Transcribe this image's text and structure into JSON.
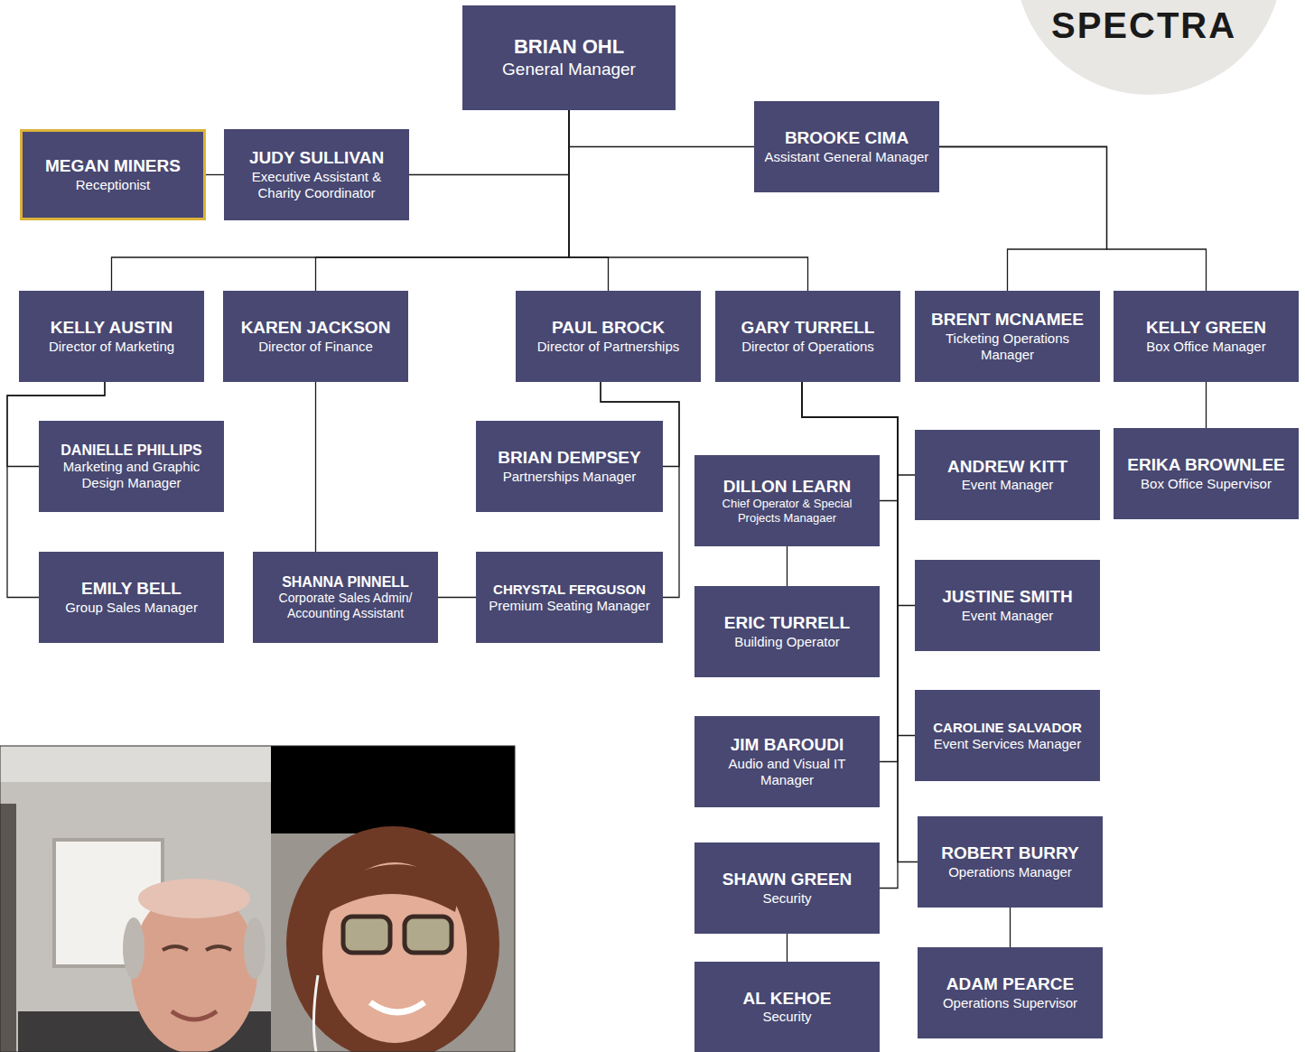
{
  "diagram": {
    "nodes": [
      {
        "text": [
          "BRIAN OHL",
          "General Manager"
        ]
      },
      {
        "text": [
          "MEGAN MINERS",
          "Receptionist"
        ]
      },
      {
        "text": [
          "JUDY SULLIVAN",
          "Executive Assistant & Charity Coordinator"
        ]
      },
      {
        "text": [
          "BROOKE CIMA",
          "Assistant General Manager"
        ]
      },
      {
        "text": [
          "KELLY AUSTIN",
          "Director of Marketing"
        ]
      },
      {
        "text": [
          "KAREN JACKSON",
          "Director of Finance"
        ]
      },
      {
        "text": [
          "PAUL BROCK",
          "Director of Partnerships"
        ]
      },
      {
        "text": [
          "GARY TURRELL",
          "Director of Operations"
        ]
      },
      {
        "text": [
          "BRENT MCNAMEE",
          "Ticketing Operations Manager"
        ]
      },
      {
        "text": [
          "KELLY GREEN",
          "Box Office Manager"
        ]
      },
      {
        "text": [
          "DANIELLE PHILLIPS",
          "Marketing and Graphic Design Manager"
        ]
      },
      {
        "text": [
          "BRIAN DEMPSEY",
          "Partnerships Manager"
        ]
      },
      {
        "text": [
          "DILLON LEARN",
          "Chief Operator & Special Projects Managaer"
        ]
      },
      {
        "text": [
          "ANDREW KITT",
          "Event Manager"
        ]
      },
      {
        "text": [
          "ERIKA BROWNLEE",
          "Box Office Supervisor"
        ]
      },
      {
        "text": [
          "EMILY BELL",
          "Group Sales Manager"
        ]
      },
      {
        "text": [
          "SHANNA PINNELL",
          "Corporate Sales Admin/ Accounting Assistant"
        ]
      },
      {
        "text": [
          "CHRYSTAL FERGUSON",
          "Premium Seating Manager"
        ]
      },
      {
        "text": [
          "ERIC TURRELL",
          "Building Operator"
        ]
      },
      {
        "text": [
          "JUSTINE SMITH",
          "Event Manager"
        ]
      },
      {
        "text": [
          "JIM BAROUDI",
          "Audio and Visual IT Manager"
        ]
      },
      {
        "text": [
          "CAROLINE SALVADOR",
          "Event Services Manager"
        ]
      },
      {
        "text": [
          "SHAWN GREEN",
          "Security"
        ]
      },
      {
        "text": [
          "ROBERT BURRY",
          "Operations Manager"
        ]
      },
      {
        "text": [
          "AL KEHOE",
          "Security"
        ]
      },
      {
        "text": [
          "ADAM PEARCE",
          "Operations Supervisor"
        ]
      }
    ],
    "edges": [
      {
        "from": 0,
        "to": 2,
        "arrow": "none"
      },
      {
        "from": 2,
        "to": 1,
        "arrow": "none"
      },
      {
        "from": 0,
        "to": 3,
        "arrow": "none"
      },
      {
        "from": 0,
        "to": 4,
        "arrow": "none"
      },
      {
        "from": 0,
        "to": 5,
        "arrow": "none"
      },
      {
        "from": 0,
        "to": 6,
        "arrow": "none"
      },
      {
        "from": 0,
        "to": 7,
        "arrow": "none"
      },
      {
        "from": 3,
        "to": 8,
        "arrow": "none"
      },
      {
        "from": 3,
        "to": 9,
        "arrow": "none"
      },
      {
        "from": 4,
        "to": 10,
        "arrow": "none"
      },
      {
        "from": 4,
        "to": 15,
        "arrow": "none"
      },
      {
        "from": 5,
        "to": 16,
        "arrow": "none"
      },
      {
        "from": 6,
        "to": 11,
        "arrow": "none"
      },
      {
        "from": 6,
        "to": 17,
        "arrow": "none"
      },
      {
        "from": 16,
        "to": 17,
        "arrow": "none"
      },
      {
        "from": 7,
        "to": 12,
        "arrow": "none"
      },
      {
        "from": 7,
        "to": 13,
        "arrow": "none"
      },
      {
        "from": 7,
        "to": 19,
        "arrow": "none"
      },
      {
        "from": 7,
        "to": 20,
        "arrow": "none"
      },
      {
        "from": 7,
        "to": 21,
        "arrow": "none"
      },
      {
        "from": 7,
        "to": 22,
        "arrow": "none"
      },
      {
        "from": 7,
        "to": 23,
        "arrow": "none"
      },
      {
        "from": 12,
        "to": 18,
        "arrow": "none"
      },
      {
        "from": 9,
        "to": 14,
        "arrow": "none"
      },
      {
        "from": 22,
        "to": 24,
        "arrow": "none"
      },
      {
        "from": 23,
        "to": 25,
        "arrow": "none"
      }
    ],
    "labels": [
      "SPECTRA"
    ]
  }
}
